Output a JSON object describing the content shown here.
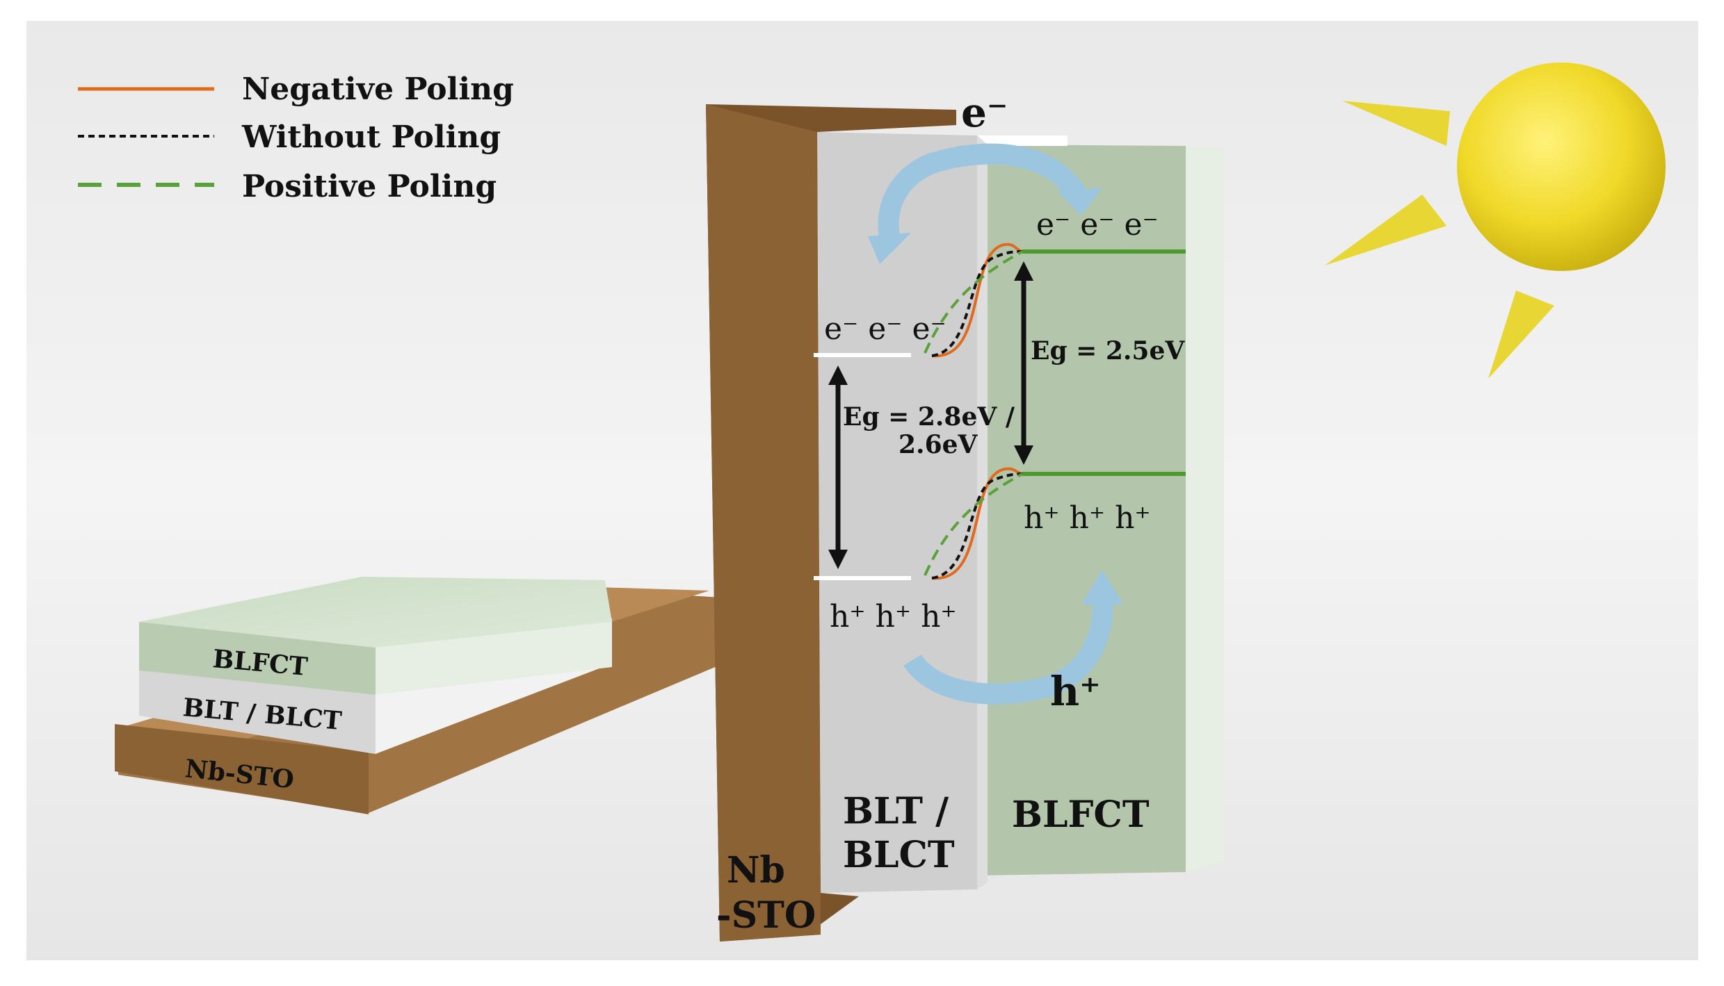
{
  "legend": {
    "items": [
      {
        "label": "Negative Poling",
        "color": "#e06a1e",
        "style": "solid"
      },
      {
        "label": "Without Poling",
        "color": "#111111",
        "style": "dotted"
      },
      {
        "label": "Positive Poling",
        "color": "#5aa13a",
        "style": "dashed"
      }
    ]
  },
  "stack": {
    "top": "BLFCT",
    "middle": "BLT / BLCT",
    "bottom": "Nb-STO"
  },
  "layers": {
    "substrate_line1": "Nb",
    "substrate_line2": "-STO",
    "middle_line1": "BLT /",
    "middle_line2": "BLCT",
    "top": "BLFCT"
  },
  "carriers": {
    "electron_top": "e⁻",
    "electrons_right": "e⁻ e⁻ e⁻",
    "electrons_left": "e⁻ e⁻ e⁻",
    "holes_right": "h⁺ h⁺ h⁺",
    "holes_left": "h⁺ h⁺ h⁺",
    "hole_bottom": "h⁺"
  },
  "bandgaps": {
    "right": "Eg = 2.5eV",
    "left_line1": "Eg  = 2.8eV /",
    "left_line2": "2.6eV"
  },
  "colors": {
    "substrate": "#8b6234",
    "middle_layer": "#cfcfcf",
    "top_layer": "#b3c6ab",
    "arrow": "#a9cfe8",
    "sun": "#f2dd30",
    "band_right": "#4f9a2e"
  }
}
